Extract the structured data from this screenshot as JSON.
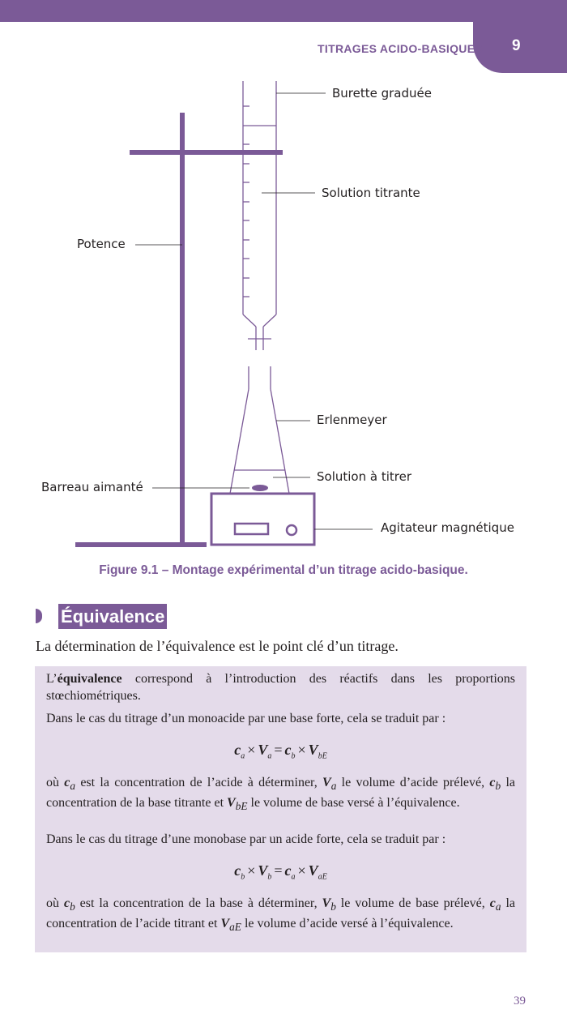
{
  "header": {
    "chapter_title": "TITRAGES ACIDO-BASIQUES",
    "chapter_number": "9"
  },
  "figure": {
    "labels": {
      "burette": "Burette graduée",
      "solution_titrante": "Solution titrante",
      "potence": "Potence",
      "erlenmeyer": "Erlenmeyer",
      "solution_a_titrer": "Solution à titrer",
      "barreau": "Barreau aimanté",
      "agitateur": "Agitateur magnétique"
    },
    "caption": "Figure 9.1 – Montage expérimental d’un titrage acido-basique."
  },
  "section": {
    "title": "Équivalence",
    "intro": "La détermination de l’équivalence est le point clé d’un titrage."
  },
  "box": {
    "p1_prefix": "L’",
    "p1_bold": "équivalence",
    "p1_rest": " correspond à l’introduction des réactifs dans les proportions stœchiométriques.",
    "p2": "Dans le cas du titrage d’un monoacide par une base forte, cela se traduit par :",
    "eq1": {
      "c1": "c",
      "s1": "a",
      "V1": "V",
      "t1": "a",
      "c2": "c",
      "s2": "b",
      "V2": "V",
      "t2": "bE"
    },
    "p3": {
      "a": "où ",
      "c": "c",
      "cs": "a",
      "b": " est la concentration de l’acide à déterminer, ",
      "v": "V",
      "vs": "a",
      "d": " le volume d’acide prélevé, ",
      "c2": "c",
      "c2s": "b",
      "e": " la concentration de la base titrante et ",
      "v2": "V",
      "v2s": "bE",
      "f": " le volume de base versé à l’équivalence."
    },
    "p4": "Dans le cas du titrage d’une monobase par un acide forte, cela se traduit par :",
    "eq2": {
      "c1": "c",
      "s1": "b",
      "V1": "V",
      "t1": "b",
      "c2": "c",
      "s2": "a",
      "V2": "V",
      "t2": "aE"
    },
    "p5": {
      "a": "où ",
      "c": "c",
      "cs": "b",
      "b": " est la concentration de la base à déterminer, ",
      "v": "V",
      "vs": "b",
      "d": " le volume de base prélevé, ",
      "c2": "c",
      "c2s": "a",
      "e": " la concentration de l’acide titrant et ",
      "v2": "V",
      "v2s": "aE",
      "f": " le volume d’acide versé à l’équivalence."
    }
  },
  "page_number": "39",
  "colors": {
    "accent": "#7b5a97",
    "box_bg": "#e4dbea"
  }
}
